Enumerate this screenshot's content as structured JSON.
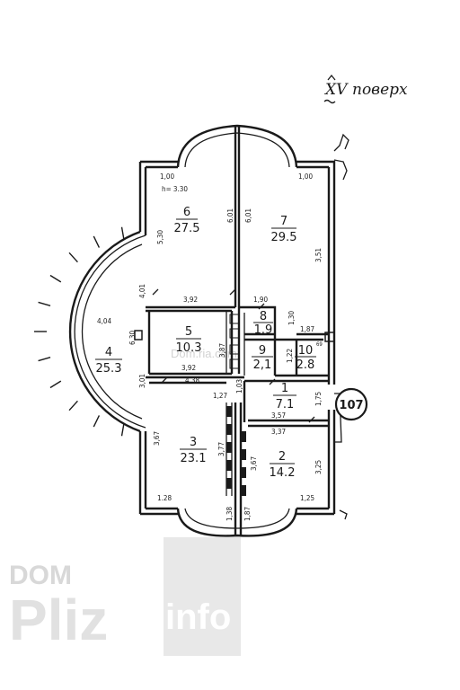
{
  "floor_label": "XV поверх",
  "floor_roman": "XV",
  "floor_word": "поверх",
  "apartment_number": "107",
  "ceiling_height": "h= 3.30",
  "rooms": [
    {
      "number": "1",
      "area": "7.1"
    },
    {
      "number": "2",
      "area": "14.2"
    },
    {
      "number": "3",
      "area": "23.1"
    },
    {
      "number": "4",
      "area": "25.3"
    },
    {
      "number": "5",
      "area": "10.3"
    },
    {
      "number": "6",
      "area": "27.5"
    },
    {
      "number": "7",
      "area": "29.5"
    },
    {
      "number": "8",
      "area": "1.9"
    },
    {
      "number": "9",
      "area": "2,1"
    },
    {
      "number": "10",
      "area": "2.8"
    }
  ],
  "dimensions": {
    "d_1_00_left": "1,00",
    "d_1_00_right": "1,00",
    "d_5_30": "5,30",
    "d_6_01_a": "6.01",
    "d_6_01_b": "6,01",
    "d_3_51": "3,51",
    "d_4_01": "4,01",
    "d_3_92_top": "3,92",
    "d_1_90": "1,90",
    "d_4_04": "4,04",
    "d_6_30": "6,30",
    "d_3_87": "3,87",
    "d_1_30": "1,30",
    "d_1_87_top": "1,87",
    "d_69": "69",
    "d_1_22": "1,22",
    "d_3_92_bottom": "3,92",
    "d_3_01": "3,01",
    "d_4_38": "4,38",
    "d_1_03": "1,03",
    "d_1_27": "1,27",
    "d_1_75": "1,75",
    "d_3_57": "3,57",
    "d_3_37": "3,37",
    "d_3_67_left": "3,67",
    "d_3_77": "3,77",
    "d_3_67_mid": "3,67",
    "d_3_25": "3,25",
    "d_1_28": "1.28",
    "d_1_38": "1,38",
    "d_1_87_bottom": "1,87",
    "d_1_25": "1,25"
  },
  "watermark": {
    "line1": "DOM",
    "line2": "Pliz",
    "line3": "info",
    "center_mark": "Dom.ria.com"
  }
}
